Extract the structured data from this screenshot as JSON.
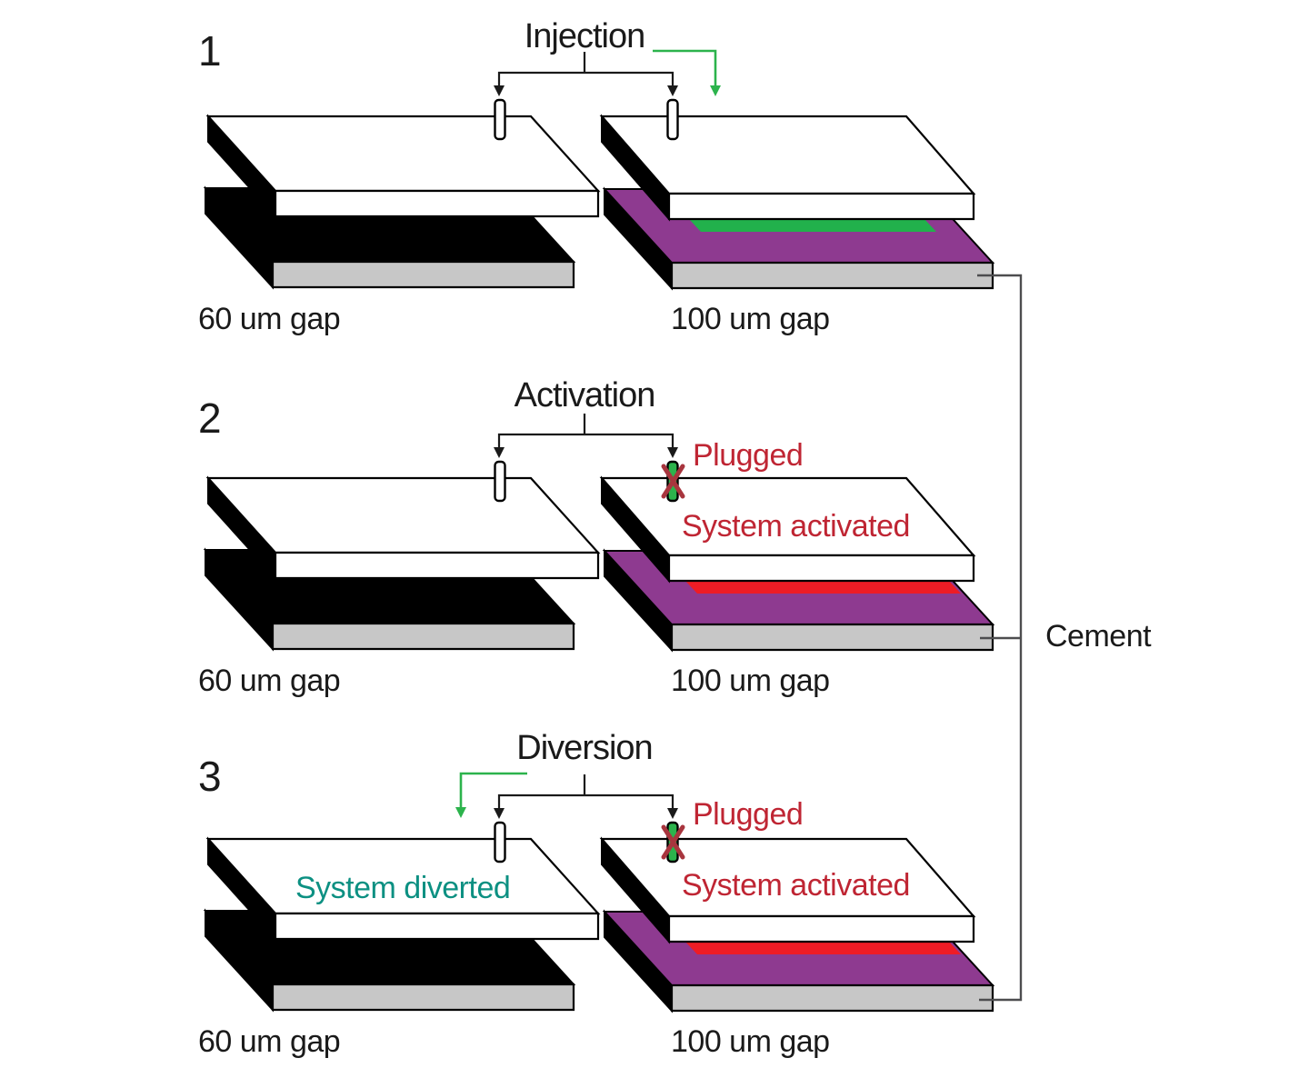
{
  "figure": {
    "kind": "three-stage plate-gap schematic",
    "cement_label": "Cement"
  },
  "panels": [
    {
      "number": "1",
      "stage": "Injection",
      "gap_left": "60 um gap",
      "gap_right": "100 um gap"
    },
    {
      "number": "2",
      "stage": "Activation",
      "plugged": "Plugged",
      "activated": "System activated",
      "gap_left": "60 um gap",
      "gap_right": "100 um gap"
    },
    {
      "number": "3",
      "stage": "Diversion",
      "plugged": "Plugged",
      "activated": "System activated",
      "diverted": "System diverted",
      "gap_left": "60 um gap",
      "gap_right": "100 um gap"
    }
  ],
  "colors": {
    "plate_black": "#000000",
    "base_gray": "#c7c7c7",
    "cement_purple": "#8e3a90",
    "fluid_green": "#22b14c",
    "activated_red": "#ee1c25",
    "arrow_green": "#2cb34c",
    "plug_tube_green": "#2cb34c",
    "plug_x_red": "#a8353e",
    "text_dark": "#1a1a1a",
    "label_red": "#bf2533",
    "label_teal": "#0c9082",
    "callout_line_gray": "#4d4d4f"
  }
}
